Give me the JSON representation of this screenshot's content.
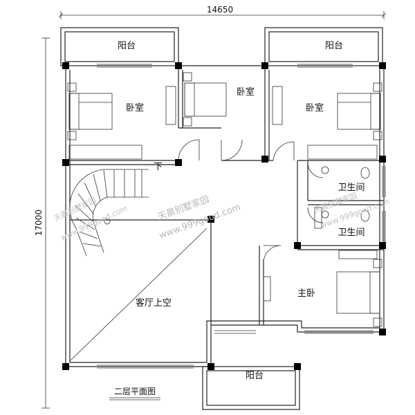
{
  "dimensions": {
    "width_total": "14650",
    "height_total": "17000"
  },
  "rooms": {
    "balcony_left": "阳台",
    "balcony_right": "阳台",
    "bedroom_left": "卧室",
    "bedroom_middle": "卧室",
    "bedroom_right": "卧室",
    "bathroom_upper": "卫生间",
    "bathroom_lower": "卫生间",
    "master_bedroom": "主卧",
    "living_void": "客厅上空",
    "balcony_bottom": "阳台"
  },
  "stair_mark": "下",
  "caption": "二层平面图",
  "watermarks": {
    "brand": "天晨别墅家园",
    "url": "www.999good.com"
  }
}
